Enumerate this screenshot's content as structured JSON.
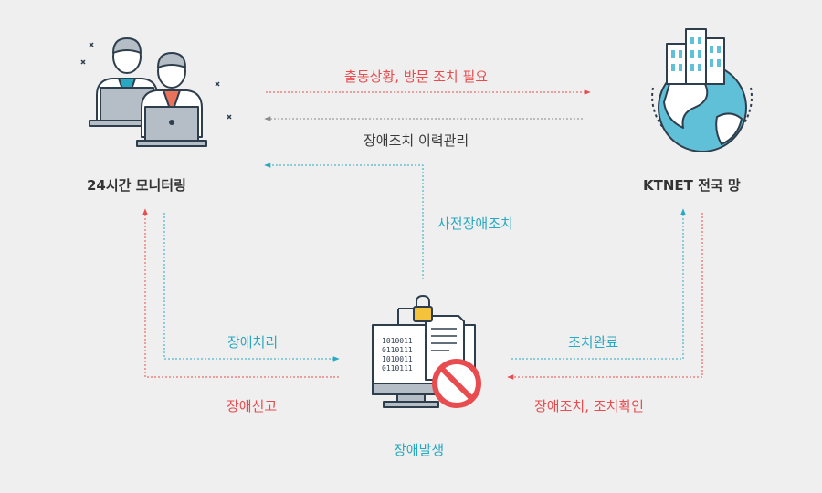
{
  "nodes": {
    "monitoring": {
      "label": "24시간 모니터링",
      "icon": "monitoring-staff-icon"
    },
    "network": {
      "label": "KTNET 전국 망",
      "icon": "globe-buildings-icon"
    },
    "incident": {
      "label": "장애발생",
      "icon": "locked-computer-error-icon"
    }
  },
  "edges": {
    "dispatch": "출동상황, 방문 조치 필요",
    "history": "장애조치 이력관리",
    "preventive": "사전장애조치",
    "handling": "장애처리",
    "report": "장애신고",
    "complete": "조치완료",
    "confirm": "장애조치, 조치확인"
  },
  "colors": {
    "red": "#e84c4f",
    "teal": "#29a9c1",
    "gray": "#8a8a8a",
    "navy": "#2f3e4d",
    "globe": "#5fc0d8",
    "background": "#efefef"
  }
}
